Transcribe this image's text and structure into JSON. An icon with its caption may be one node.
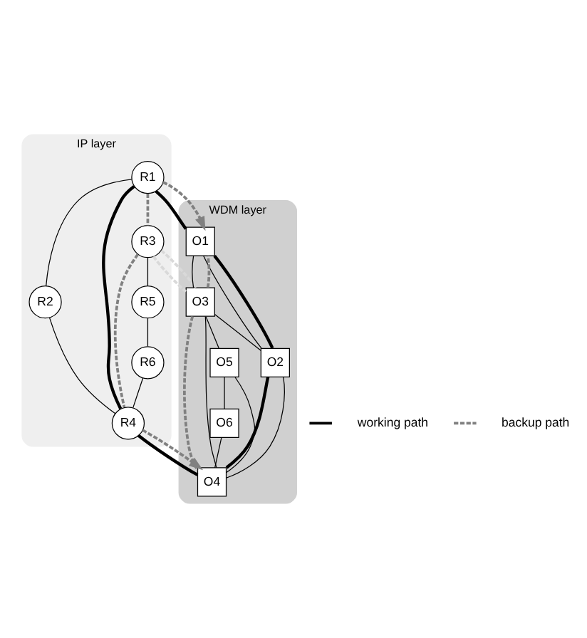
{
  "diagram": {
    "nodes": [
      {
        "text": [
          "IP layer"
        ]
      },
      {
        "text": [
          "R1"
        ],
        "in": 0
      },
      {
        "text": [
          "R2"
        ],
        "in": 0
      },
      {
        "text": [
          "R3"
        ],
        "in": 0
      },
      {
        "text": [
          "R4"
        ],
        "in": 0
      },
      {
        "text": [
          "R5"
        ],
        "in": 0
      },
      {
        "text": [
          "R6"
        ],
        "in": 0
      },
      {
        "text": [
          "WDM layer"
        ]
      },
      {
        "text": [
          "O1"
        ],
        "in": 7
      },
      {
        "text": [
          "O2"
        ],
        "in": 7
      },
      {
        "text": [
          "O3"
        ],
        "in": 7
      },
      {
        "text": [
          "O4"
        ],
        "in": 7
      },
      {
        "text": [
          "O5"
        ],
        "in": 7
      },
      {
        "text": [
          "O6"
        ],
        "in": 7
      }
    ],
    "edges": [
      {
        "from": 3,
        "to": 5,
        "arrow": "none"
      },
      {
        "from": 5,
        "to": 6,
        "arrow": "none"
      },
      {
        "from": 1,
        "to": 3,
        "arrow": "none",
        "style": "dashed",
        "color": "#808080"
      },
      {
        "from": 3,
        "to": 4,
        "arrow": "none",
        "style": "dashed",
        "color": "#808080"
      },
      {
        "from": 1,
        "to": 4,
        "arrow": "none",
        "style": "thick"
      },
      {
        "from": 1,
        "to": 2,
        "arrow": "none"
      },
      {
        "from": 2,
        "to": 4,
        "arrow": "none"
      },
      {
        "from": 6,
        "to": 4,
        "arrow": "none"
      },
      {
        "from": 1,
        "to": 8,
        "arrow": "none",
        "style": "thick"
      },
      {
        "from": 1,
        "to": 8,
        "arrow": "to",
        "style": "dashed",
        "color": "#808080"
      },
      {
        "from": 3,
        "to": 10,
        "arrow": "none",
        "style": "dashed",
        "color": "#d9d9d9"
      },
      {
        "from": 3,
        "to": 10,
        "arrow": "none",
        "style": "dashed",
        "color": "#d9d9d9"
      },
      {
        "from": 4,
        "to": 11,
        "arrow": "none",
        "style": "thick"
      },
      {
        "from": 4,
        "to": 11,
        "arrow": "to",
        "style": "dashed",
        "color": "#808080"
      },
      {
        "from": 10,
        "to": 12,
        "arrow": "none"
      },
      {
        "from": 10,
        "to": 8,
        "arrow": "none",
        "style": "dashed",
        "color": "#808080"
      },
      {
        "from": 10,
        "to": 11,
        "arrow": "none",
        "style": "dashed",
        "color": "#808080"
      },
      {
        "from": 8,
        "to": 10,
        "arrow": "none"
      },
      {
        "from": 10,
        "to": 9,
        "arrow": "none"
      },
      {
        "from": 10,
        "to": 11,
        "arrow": "none"
      },
      {
        "from": 12,
        "to": 11,
        "arrow": "none"
      },
      {
        "from": 12,
        "to": 13,
        "arrow": "none"
      },
      {
        "from": 8,
        "to": 9,
        "arrow": "none"
      },
      {
        "from": 8,
        "to": 9,
        "arrow": "none",
        "style": "thick"
      },
      {
        "from": 9,
        "to": 11,
        "arrow": "none",
        "style": "thick"
      },
      {
        "from": 9,
        "to": 11,
        "arrow": "none"
      },
      {
        "from": 13,
        "to": 11,
        "arrow": "none"
      }
    ],
    "legend": [
      {
        "text": "working path"
      },
      {
        "text": "backup path"
      }
    ]
  }
}
